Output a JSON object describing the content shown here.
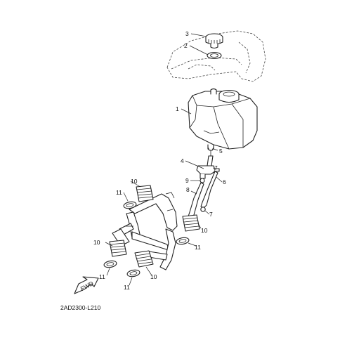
{
  "diagram_code": "2AD2300-L210",
  "fwd_label": "FWD",
  "callouts": {
    "c3": "3",
    "c2": "2",
    "c1": "1",
    "c4": "4",
    "c5": "5",
    "c7a": "7",
    "c9": "9",
    "c6": "6",
    "c8": "8",
    "c7b": "7",
    "c10a": "10",
    "c11a": "11",
    "c10b": "10",
    "c11b": "11",
    "c10c": "10",
    "c11c": "11",
    "c10d": "10",
    "c11d": "11"
  }
}
